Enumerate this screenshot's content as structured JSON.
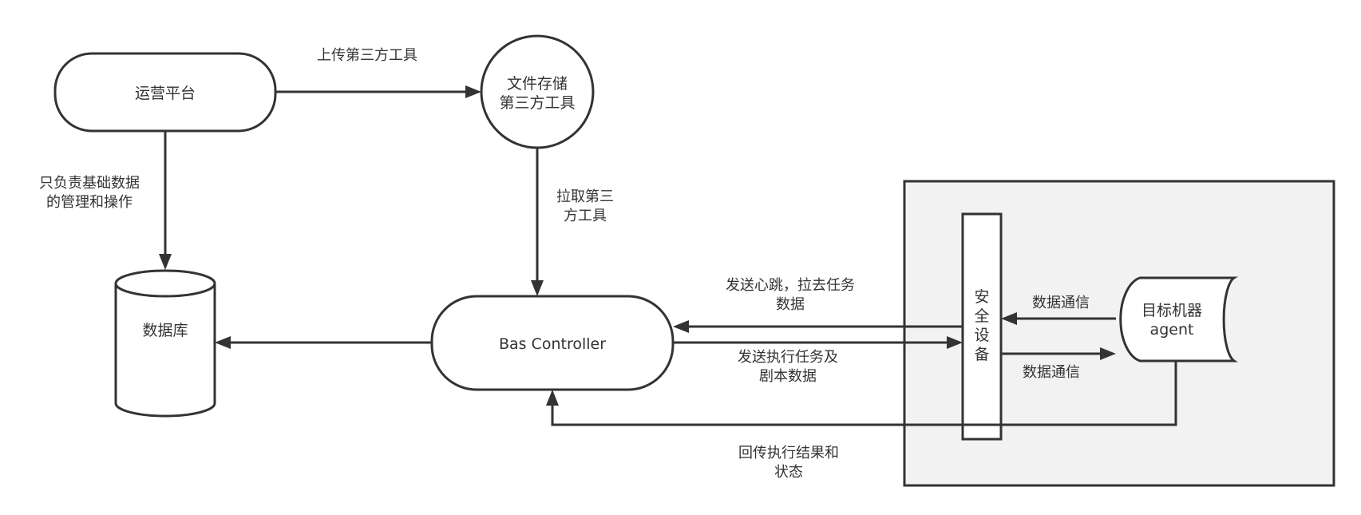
{
  "nodes": {
    "ops_platform": "运营平台",
    "file_storage": [
      "文件存储",
      "第三方工具"
    ],
    "database": "数据库",
    "bas_controller": "Bas Controller",
    "security_device": [
      "安",
      "全",
      "设",
      "备"
    ],
    "target_machine": [
      "目标机器",
      "agent"
    ]
  },
  "edges": {
    "upload": "上传第三方工具",
    "manage": [
      "只负责基础数据",
      "的管理和操作"
    ],
    "pull": [
      "拉取第三",
      "方工具"
    ],
    "heartbeat": [
      "发送心跳，拉去任务",
      "数据"
    ],
    "send_task": [
      "发送执行任务及",
      "剧本数据"
    ],
    "data_comm_in": "数据通信",
    "data_comm_out": "数据通信",
    "return_result": [
      "回传执行结果和",
      "状态"
    ]
  }
}
